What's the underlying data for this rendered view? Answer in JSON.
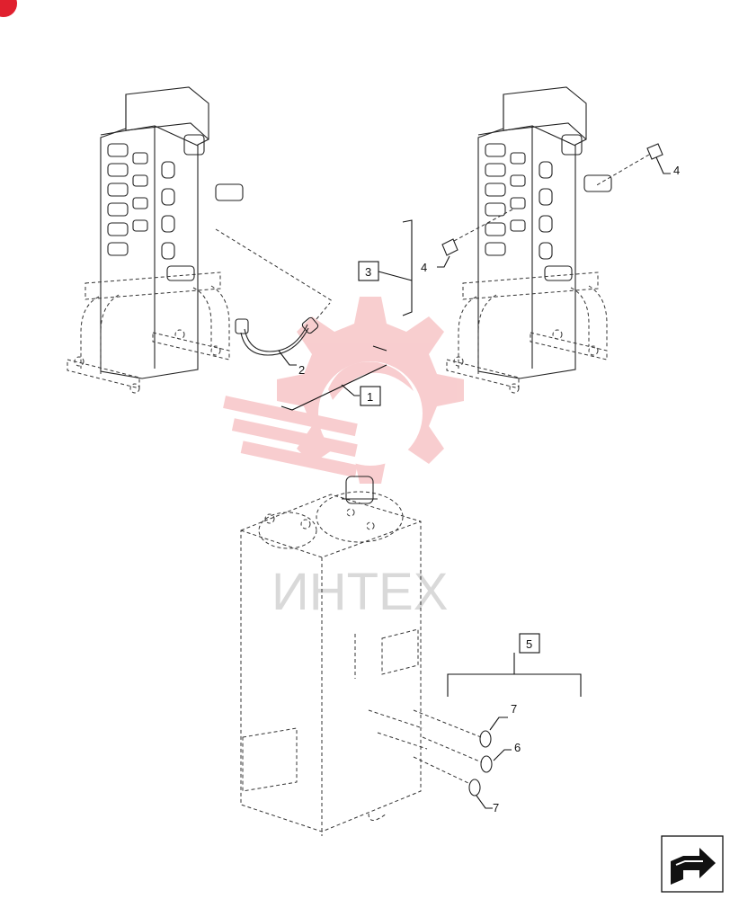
{
  "callouts": {
    "c1": "1",
    "c2": "2",
    "c3": "3",
    "c4a": "4",
    "c4b": "4",
    "c5": "5",
    "c6": "6",
    "c7a": "7",
    "c7b": "7"
  },
  "watermark": {
    "text": "ИНТЕХ",
    "color": "#f3a6a8"
  },
  "colors": {
    "line": "#222222",
    "corner_badge": "#e0202e"
  },
  "icons": {
    "nav": "next-page-arrow-icon",
    "corner": "corner-badge-icon"
  }
}
